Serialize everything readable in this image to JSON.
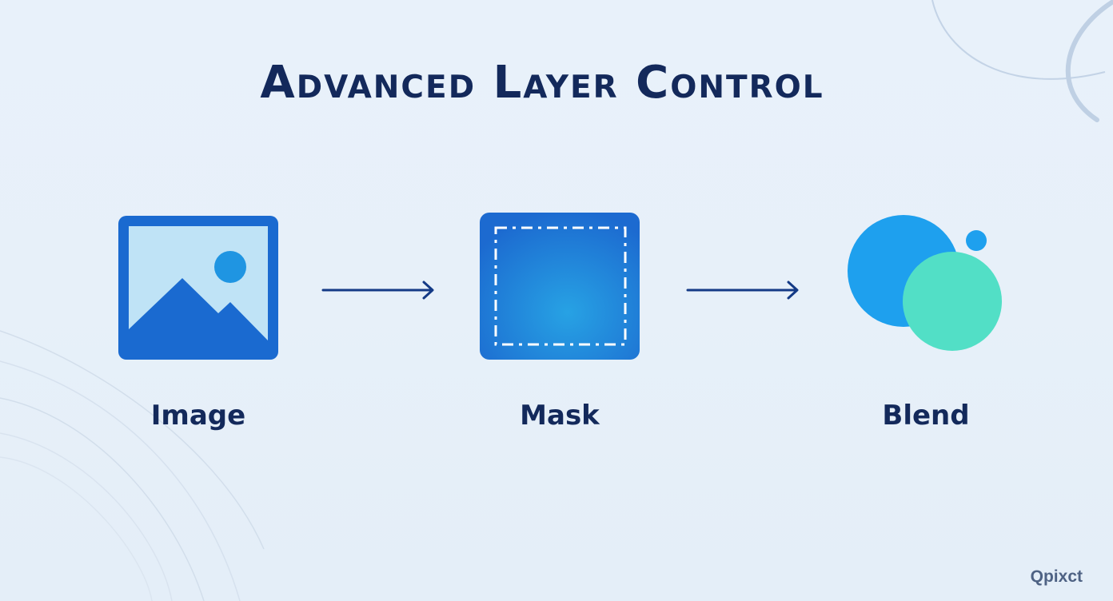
{
  "title": "Advanced Layer Control",
  "steps": [
    {
      "label": "Image",
      "icon": "image-icon"
    },
    {
      "label": "Mask",
      "icon": "mask-icon"
    },
    {
      "label": "Blend",
      "icon": "blend-icon"
    }
  ],
  "brand": "Qpixct",
  "colors": {
    "title": "#13295b",
    "primary_blue": "#1a6ad0",
    "light_blue": "#bfe3f6",
    "bright_blue": "#1ea0ee",
    "teal": "#52dfc6"
  }
}
